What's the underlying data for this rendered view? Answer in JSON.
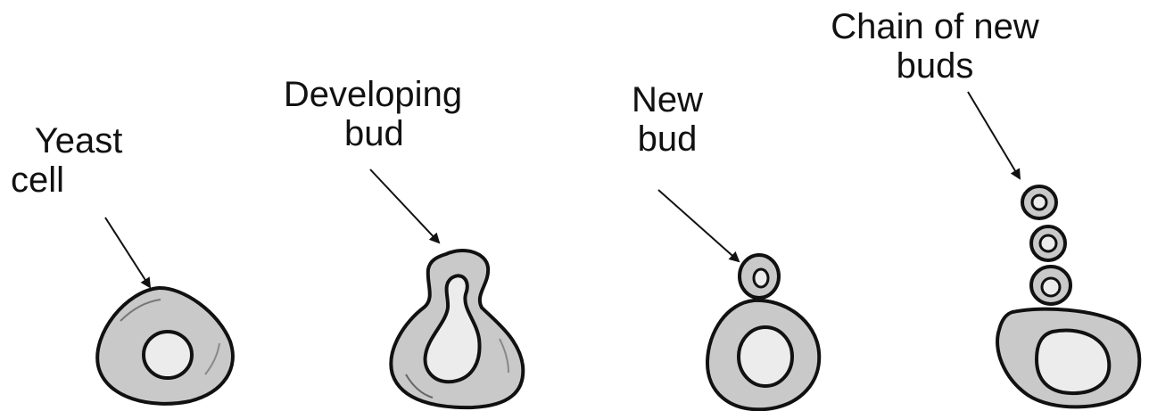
{
  "labels": {
    "yeast_cell": {
      "line1": "Yeast",
      "line2": "cell"
    },
    "developing_bud": {
      "line1": "Developing",
      "line2": "bud"
    },
    "new_bud": {
      "line1": "New",
      "line2": "bud"
    },
    "chain_of_new_buds": {
      "line1": "Chain of new",
      "line2": "buds"
    }
  },
  "colors": {
    "cell_fill": "#c9c9c9",
    "inner_fill": "#ececec",
    "outline": "#111111",
    "text": "#111111"
  }
}
